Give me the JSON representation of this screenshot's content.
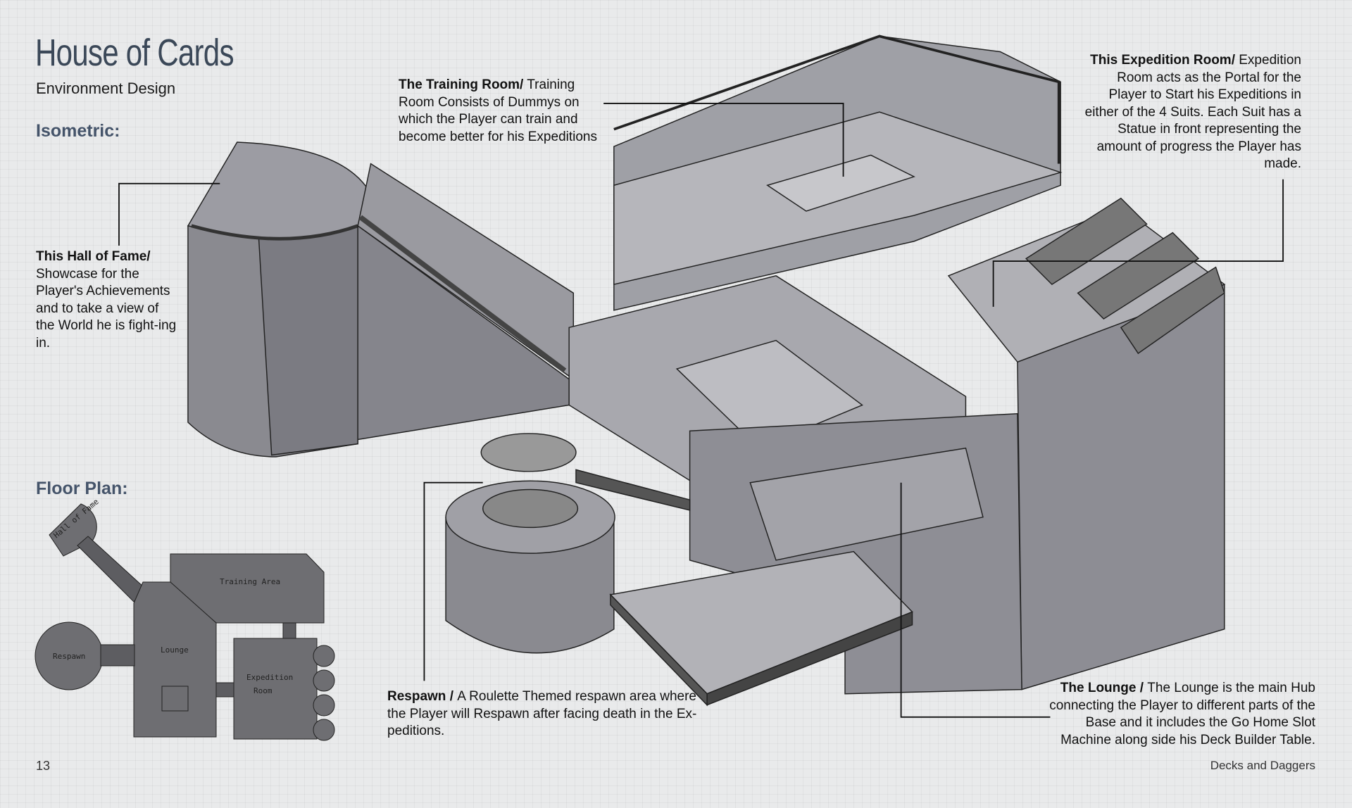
{
  "header": {
    "title": "House of Cards",
    "subtitle": "Environment Design"
  },
  "sections": {
    "isometric": "Isometric:",
    "floor_plan": "Floor Plan:"
  },
  "notes": {
    "hall_of_fame": {
      "title": "This Hall of Fame/",
      "body": " Showcase for the Player's Achievements and to take a view of the World he is fight-ing in."
    },
    "training_room": {
      "title": "The Training Room/",
      "body": " Training Room Consists of Dummys on which the Player can train and become better for his Expeditions"
    },
    "expedition_room": {
      "title": "This Expedition Room/",
      "body": " Expedition Room acts as the Portal for the Player to Start his Expeditions in either of the 4 Suits. Each Suit has a Statue in front representing the amount of progress the Player has made."
    },
    "respawn": {
      "title": "Respawn / ",
      "body": "A Roulette Themed respawn area where the Player will Respawn after facing death in the Ex-peditions."
    },
    "lounge": {
      "title": "The Lounge / ",
      "body": "The Lounge is the main Hub connecting the Player to different parts of the Base and it includes the Go Home Slot Machine along side his Deck Builder Table."
    }
  },
  "floor_plan_labels": {
    "hall": "Hall of Fame",
    "training": "Training Area",
    "respawn": "Respawn",
    "lounge": "Lounge",
    "expedition_1": "Expedition",
    "expedition_2": "Room"
  },
  "footer": {
    "page_number": "13",
    "book_title": "Decks and Daggers"
  }
}
